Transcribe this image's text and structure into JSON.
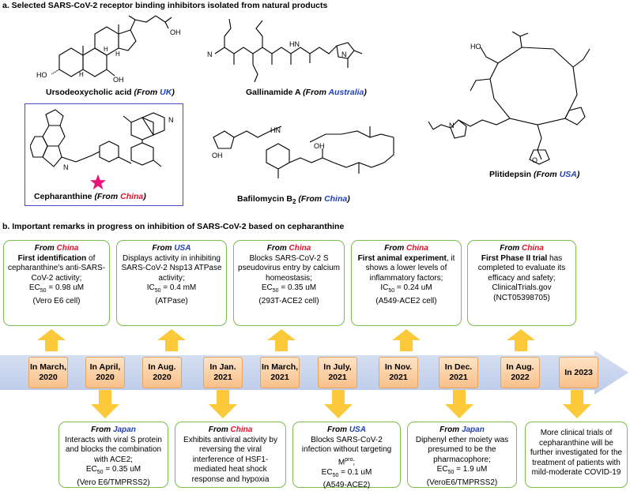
{
  "section_a": {
    "heading": "a. Selected SARS-CoV-2 receptor binding inhibitors isolated from natural products",
    "compounds": [
      {
        "name": "Ursodeoxycholic acid",
        "from_prefix": "(From ",
        "country": "UK",
        "from_suffix": ")"
      },
      {
        "name": "Gallinamide A",
        "from_prefix": "(From ",
        "country": "Australia",
        "from_suffix": ")"
      },
      {
        "name": "Plitidepsin",
        "from_prefix": "(From ",
        "country": "USA",
        "from_suffix": ")"
      },
      {
        "name": "Cepharanthine",
        "from_prefix": "(From ",
        "country": "China",
        "from_suffix": ")"
      },
      {
        "name": "Bafilomycin B",
        "subscript": "2",
        "from_prefix": "(From ",
        "country": "China",
        "from_suffix": ")"
      }
    ],
    "structure_labels": {
      "ho": "HO",
      "oh": "OH",
      "h": "H",
      "n": "N",
      "o": "O",
      "nh": "HN"
    }
  },
  "section_b": {
    "heading": "b. Important remarks in progress on inhibition of SARS-CoV-2 based on cepharanthine",
    "timeline": [
      {
        "line1": "In March,",
        "line2": "2020"
      },
      {
        "line1": "In April,",
        "line2": "2020"
      },
      {
        "line1": "In Aug.",
        "line2": "2020"
      },
      {
        "line1": "In Jan.",
        "line2": "2021"
      },
      {
        "line1": "In March,",
        "line2": "2021"
      },
      {
        "line1": "In July,",
        "line2": "2021"
      },
      {
        "line1": "In Nov.",
        "line2": "2021"
      },
      {
        "line1": "In Dec.",
        "line2": "2021"
      },
      {
        "line1": "In Aug.",
        "line2": "2022"
      },
      {
        "line1": "In 2023",
        "line2": ""
      }
    ],
    "top_boxes": [
      {
        "from": "From ",
        "country": "China",
        "bold": "First identification",
        "text": " of cepharanthine's anti-SARS-CoV-2 activity;",
        "metric": "EC",
        "metric_sub": "50",
        "value": " = 0.98 uM",
        "assay": "(Vero E6 cell)"
      },
      {
        "from": "From ",
        "country": "USA",
        "bold": "",
        "text": "Displays activity in inhibiting SARS-CoV-2 Nsp13 ATPase activity;",
        "metric": "IC",
        "metric_sub": "50",
        "value": " = 0.4 mM",
        "assay": "(ATPase)"
      },
      {
        "from": "From ",
        "country": "China",
        "bold": "",
        "text": "Blocks SARS-CoV-2 S pseudovirus entry by calcium homeostasis;",
        "metric": "EC",
        "metric_sub": "50",
        "value": " = 0.35 uM",
        "assay": "(293T-ACE2 cell)"
      },
      {
        "from": "From ",
        "country": "China",
        "bold": "First animal experiment",
        "text": ", it shows a lower levels of inflammatory factors;",
        "metric": "IC",
        "metric_sub": "50",
        "value": " = 0.24 uM",
        "assay": "(A549-ACE2 cell)"
      },
      {
        "from": "From ",
        "country": "China",
        "bold": "First Phase II trial",
        "text": " has completed to evaluate its efficacy and safety;",
        "metric": "",
        "metric_sub": "",
        "value": "ClinicalTrials.gov",
        "assay": "(NCT05398705)"
      }
    ],
    "bottom_boxes": [
      {
        "from": "From ",
        "country": "Japan",
        "text": "Interacts with viral S protein and blocks the combination with ACE2;",
        "metric": "EC",
        "metric_sub": "50",
        "value": " = 0.35 uM",
        "assay": "(Vero E6/TMPRSS2)"
      },
      {
        "from": "From ",
        "country": "China",
        "text": "Exhibits antiviral activity by reversing the viral interference of HSF1-mediated heat shock response and hypoxia",
        "metric": "",
        "metric_sub": "",
        "value": "",
        "assay": ""
      },
      {
        "from": "From ",
        "country": "USA",
        "text": "Blocks SARS-CoV-2 infection without targeting M",
        "text_sup": "pro",
        "text_end": ";",
        "metric": "EC",
        "metric_sub": "50",
        "value": " = 0.1 uM",
        "assay": "(A549-ACE2)"
      },
      {
        "from": "From ",
        "country": "Japan",
        "text": "Diphenyl ether moiety was presumed to be the pharmacophore;",
        "metric": "EC",
        "metric_sub": "50",
        "value": " = 1.9 uM",
        "assay": "(VeroE6/TMPRSS2)"
      },
      {
        "from": "",
        "country": "",
        "text": "More clinical trials of cepharanthine will be further investigated for the treatment of patients with mild-moderate COVID-19",
        "metric": "",
        "metric_sub": "",
        "value": "",
        "assay": ""
      }
    ]
  },
  "colors": {
    "china": "#e0102a",
    "usa_japan_uk_australia": "#1f3fb5",
    "box_border": "#7cbd4a",
    "date_fill": "#f8c08a",
    "arrow_fill": "#fbc93a",
    "timeline_band": "#c9d6ee",
    "frame": "#4a47c9",
    "star": "#e8127a"
  }
}
